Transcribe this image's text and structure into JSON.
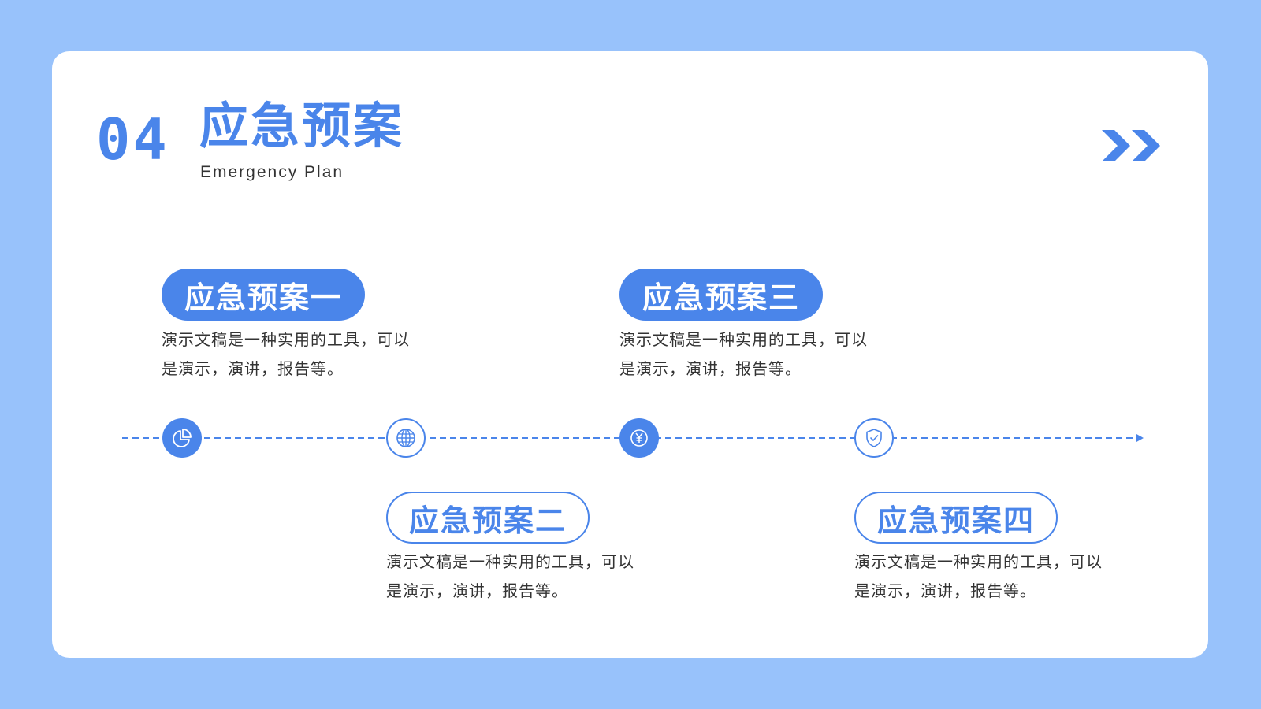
{
  "header": {
    "section_number": "04",
    "title": "应急预案",
    "subtitle": "Emergency Plan"
  },
  "plans": [
    {
      "label": "应急预案一",
      "description_line1": "演示文稿是一种实用的工具，可以",
      "description_line2": "是演示，演讲，报告等。",
      "icon": "pie-chart-icon"
    },
    {
      "label": "应急预案二",
      "description_line1": "演示文稿是一种实用的工具，可以",
      "description_line2": "是演示，演讲，报告等。",
      "icon": "globe-icon"
    },
    {
      "label": "应急预案三",
      "description_line1": "演示文稿是一种实用的工具，可以",
      "description_line2": "是演示，演讲，报告等。",
      "icon": "yen-icon"
    },
    {
      "label": "应急预案四",
      "description_line1": "演示文稿是一种实用的工具，可以",
      "description_line2": "是演示，演讲，报告等。",
      "icon": "shield-check-icon"
    }
  ],
  "colors": {
    "background": "#98c2fb",
    "card": "#ffffff",
    "accent": "#4a85ea",
    "text": "#333333"
  }
}
